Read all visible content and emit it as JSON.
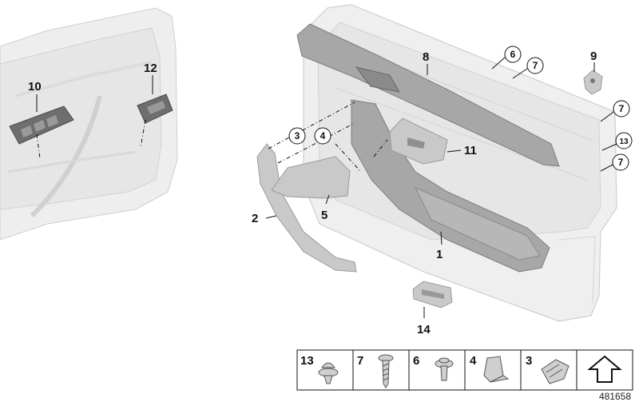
{
  "diagram_id": "481658",
  "callouts": {
    "c1": "1",
    "c2": "2",
    "c3": "3",
    "c4": "4",
    "c5": "5",
    "c6": "6",
    "c7a": "7",
    "c7b": "7",
    "c7c": "7",
    "c8": "8",
    "c9": "9",
    "c10": "10",
    "c11": "11",
    "c12": "12",
    "c13": "13",
    "c14": "14"
  },
  "parts_table": [
    {
      "number": "13",
      "icon": "push-rivet-icon"
    },
    {
      "number": "7",
      "icon": "screw-icon"
    },
    {
      "number": "6",
      "icon": "bolt-with-washer-icon"
    },
    {
      "number": "4",
      "icon": "bracket-clip-icon"
    },
    {
      "number": "3",
      "icon": "spring-clip-icon"
    },
    {
      "number": "",
      "icon": "vehicle-front-arrow-icon"
    }
  ]
}
